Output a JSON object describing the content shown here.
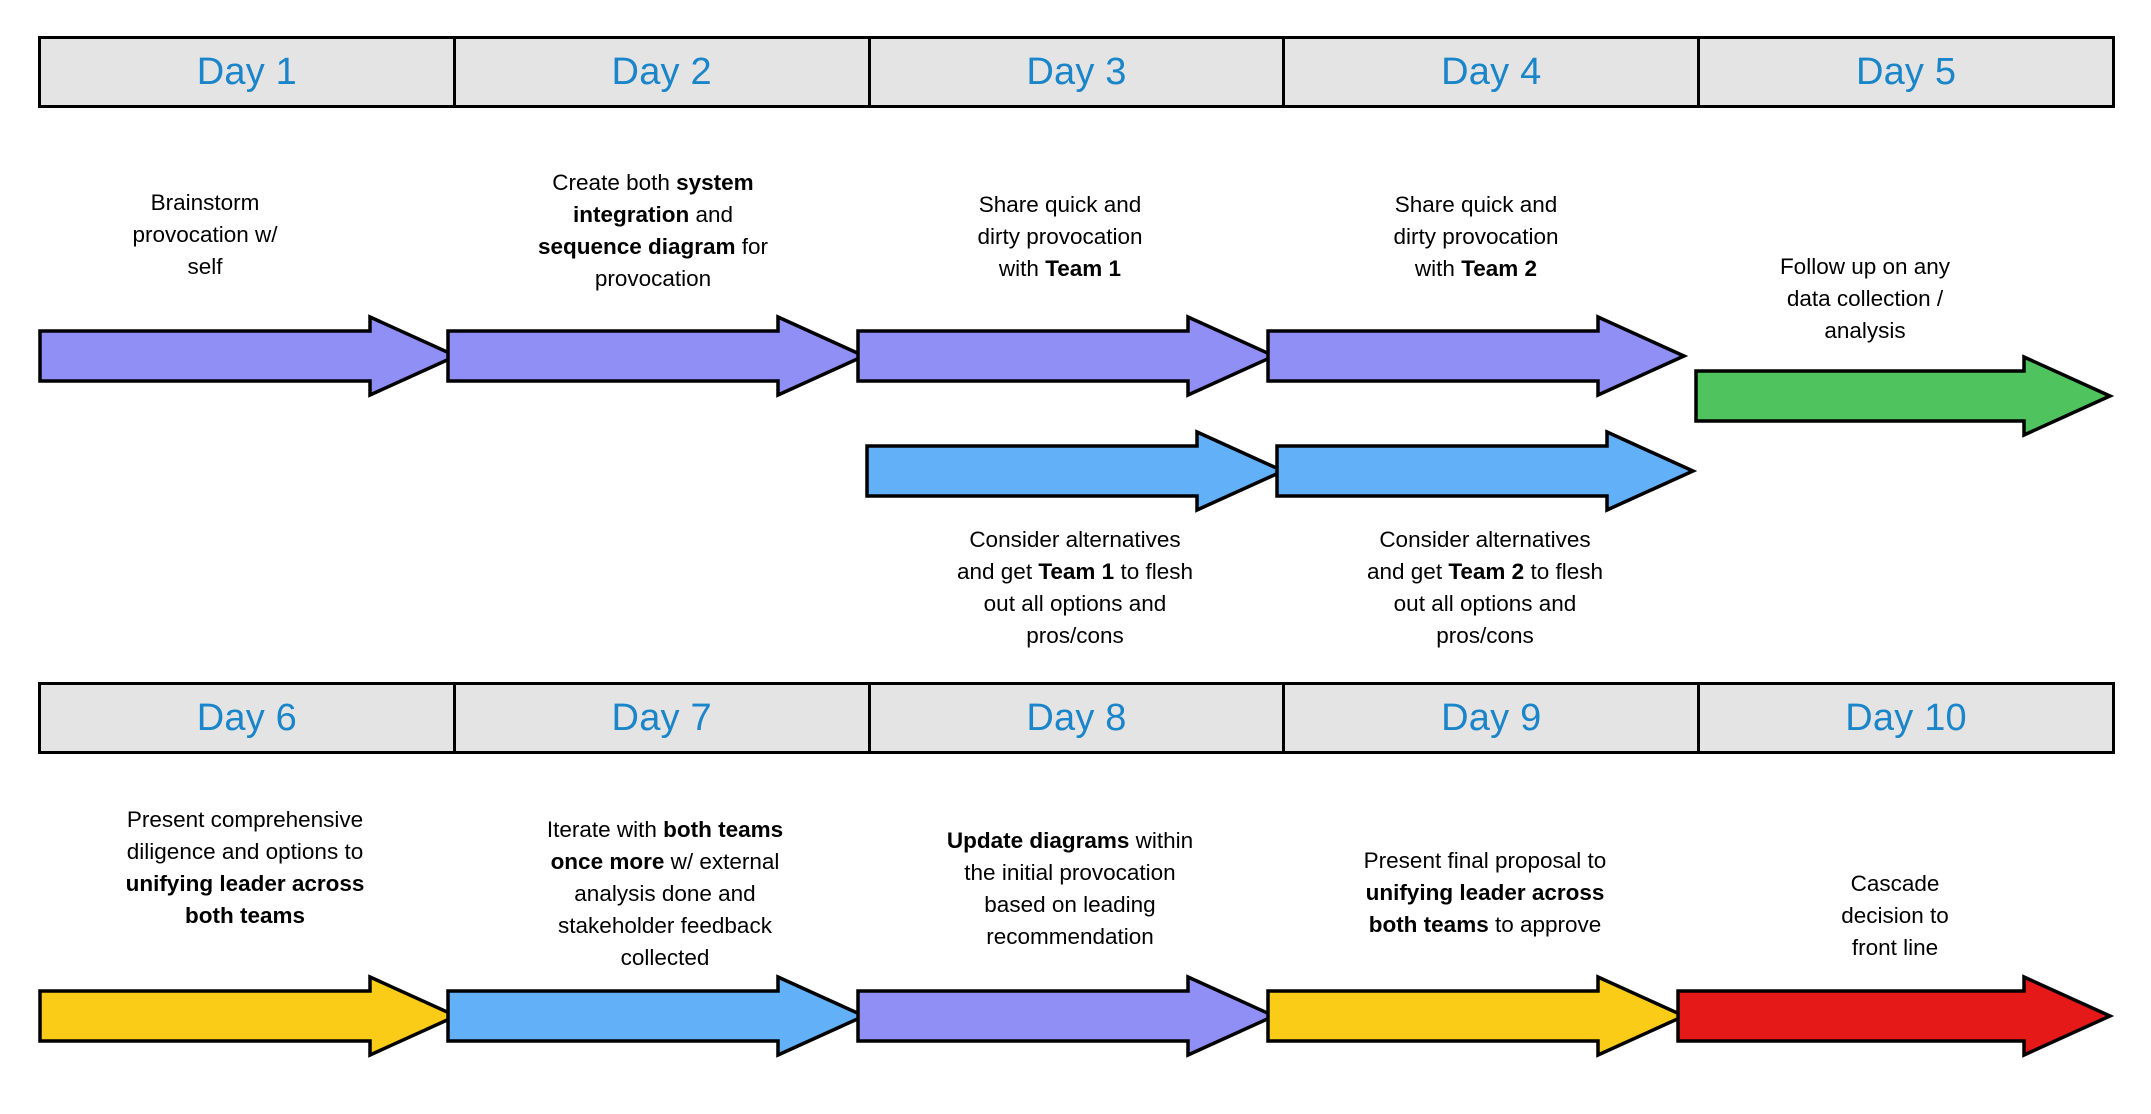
{
  "meta": {
    "background": "#ffffff",
    "header_fill": "#e4e4e4",
    "header_text_color": "#1a85c8",
    "stroke_color": "#000000"
  },
  "palette": {
    "purple": "#8f8ff5",
    "blue": "#62b0f8",
    "green": "#4fc35d",
    "yellow": "#fbcc17",
    "red": "#e61919"
  },
  "headers": {
    "row1": [
      {
        "label": "Day 1"
      },
      {
        "label": "Day 2"
      },
      {
        "label": "Day 3"
      },
      {
        "label": "Day 4"
      },
      {
        "label": "Day 5"
      }
    ],
    "row2": [
      {
        "label": "Day 6"
      },
      {
        "label": "Day 7"
      },
      {
        "label": "Day 8"
      },
      {
        "label": "Day 9"
      },
      {
        "label": "Day 10"
      }
    ]
  },
  "captions": {
    "week1_top": [
      {
        "html": "Brainstorm<br>provocation w/<br>self"
      },
      {
        "html": "Create both <b>system<br>integration</b> and<br><b>sequence diagram</b> for<br>provocation"
      },
      {
        "html": "Share quick and<br>dirty provocation<br>with <b>Team 1</b>"
      },
      {
        "html": "Share quick and<br>dirty provocation<br>with <b>Team 2</b>"
      },
      {
        "html": "Follow up on any<br>data collection /<br>analysis"
      }
    ],
    "week1_bottom": [
      {
        "html": "Consider alternatives<br>and get <b>Team 1</b> to flesh<br>out all options and<br>pros/cons"
      },
      {
        "html": "Consider alternatives<br>and get <b>Team 2</b> to flesh<br>out all options and<br>pros/cons"
      }
    ],
    "week2": [
      {
        "html": "Present comprehensive<br>diligence and options to<br><b>unifying leader across<br>both teams</b>"
      },
      {
        "html": "Iterate with <b>both teams<br>once more</b> w/ external<br>analysis done and<br>stakeholder feedback<br>collected"
      },
      {
        "html": "<b>Update diagrams</b> within<br>the initial provocation<br>based on leading<br>recommendation"
      },
      {
        "html": "Present final proposal to<br><b>unifying leader across<br>both teams</b> to approve"
      },
      {
        "html": "Cascade<br>decision to<br>front line"
      }
    ]
  },
  "arrows": {
    "week1_top": [
      {
        "name": "arrow-day1-brainstorm",
        "color": "purple"
      },
      {
        "name": "arrow-day2-create-diagrams",
        "color": "purple"
      },
      {
        "name": "arrow-day3-share-team1",
        "color": "purple"
      },
      {
        "name": "arrow-day4-share-team2",
        "color": "purple"
      },
      {
        "name": "arrow-day5-follow-up",
        "color": "green"
      }
    ],
    "week1_bottom": [
      {
        "name": "arrow-day3-alternatives-team1",
        "color": "blue"
      },
      {
        "name": "arrow-day4-alternatives-team2",
        "color": "blue"
      }
    ],
    "week2": [
      {
        "name": "arrow-day6-present-diligence",
        "color": "yellow"
      },
      {
        "name": "arrow-day7-iterate",
        "color": "blue"
      },
      {
        "name": "arrow-day8-update-diagrams",
        "color": "purple"
      },
      {
        "name": "arrow-day9-final-proposal",
        "color": "yellow"
      },
      {
        "name": "arrow-day10-cascade",
        "color": "red"
      }
    ]
  }
}
